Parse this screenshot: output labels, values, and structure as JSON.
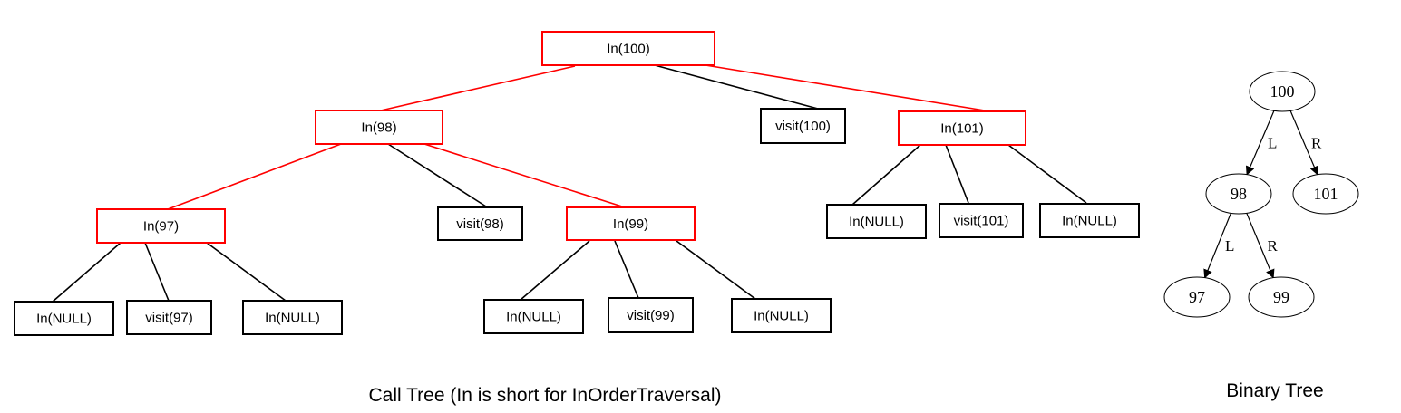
{
  "call_tree": {
    "caption": "Call Tree (In is short for InOrderTraversal)",
    "colors": {
      "call_path": "#ff0000",
      "leaf": "#000000"
    },
    "nodes": [
      {
        "id": "in100",
        "label": "In(100)",
        "highlight": true
      },
      {
        "id": "in98",
        "label": "In(98)",
        "highlight": true
      },
      {
        "id": "visit100",
        "label": "visit(100)",
        "highlight": false
      },
      {
        "id": "in101",
        "label": "In(101)",
        "highlight": true
      },
      {
        "id": "in97",
        "label": "In(97)",
        "highlight": true
      },
      {
        "id": "visit98",
        "label": "visit(98)",
        "highlight": false
      },
      {
        "id": "in99",
        "label": "In(99)",
        "highlight": true
      },
      {
        "id": "in101_null_l",
        "label": "In(NULL)",
        "highlight": false
      },
      {
        "id": "visit101",
        "label": "visit(101)",
        "highlight": false
      },
      {
        "id": "in101_null_r",
        "label": "In(NULL)",
        "highlight": false
      },
      {
        "id": "in97_null_l",
        "label": "In(NULL)",
        "highlight": false
      },
      {
        "id": "visit97",
        "label": "visit(97)",
        "highlight": false
      },
      {
        "id": "in97_null_r",
        "label": "In(NULL)",
        "highlight": false
      },
      {
        "id": "in99_null_l",
        "label": "In(NULL)",
        "highlight": false
      },
      {
        "id": "visit99",
        "label": "visit(99)",
        "highlight": false
      },
      {
        "id": "in99_null_r",
        "label": "In(NULL)",
        "highlight": false
      }
    ],
    "edges": [
      {
        "from": "in100",
        "to": "in98"
      },
      {
        "from": "in100",
        "to": "visit100"
      },
      {
        "from": "in100",
        "to": "in101"
      },
      {
        "from": "in98",
        "to": "in97"
      },
      {
        "from": "in98",
        "to": "visit98"
      },
      {
        "from": "in98",
        "to": "in99"
      },
      {
        "from": "in101",
        "to": "in101_null_l"
      },
      {
        "from": "in101",
        "to": "visit101"
      },
      {
        "from": "in101",
        "to": "in101_null_r"
      },
      {
        "from": "in97",
        "to": "in97_null_l"
      },
      {
        "from": "in97",
        "to": "visit97"
      },
      {
        "from": "in97",
        "to": "in97_null_r"
      },
      {
        "from": "in99",
        "to": "in99_null_l"
      },
      {
        "from": "in99",
        "to": "visit99"
      },
      {
        "from": "in99",
        "to": "in99_null_r"
      }
    ]
  },
  "binary_tree": {
    "caption": "Binary Tree",
    "nodes": [
      {
        "id": "n100",
        "label": "100"
      },
      {
        "id": "n98",
        "label": "98"
      },
      {
        "id": "n101",
        "label": "101"
      },
      {
        "id": "n97",
        "label": "97"
      },
      {
        "id": "n99",
        "label": "99"
      }
    ],
    "edges": [
      {
        "from": "n100",
        "to": "n98",
        "label": "L"
      },
      {
        "from": "n100",
        "to": "n101",
        "label": "R"
      },
      {
        "from": "n98",
        "to": "n97",
        "label": "L"
      },
      {
        "from": "n98",
        "to": "n99",
        "label": "R"
      }
    ]
  }
}
